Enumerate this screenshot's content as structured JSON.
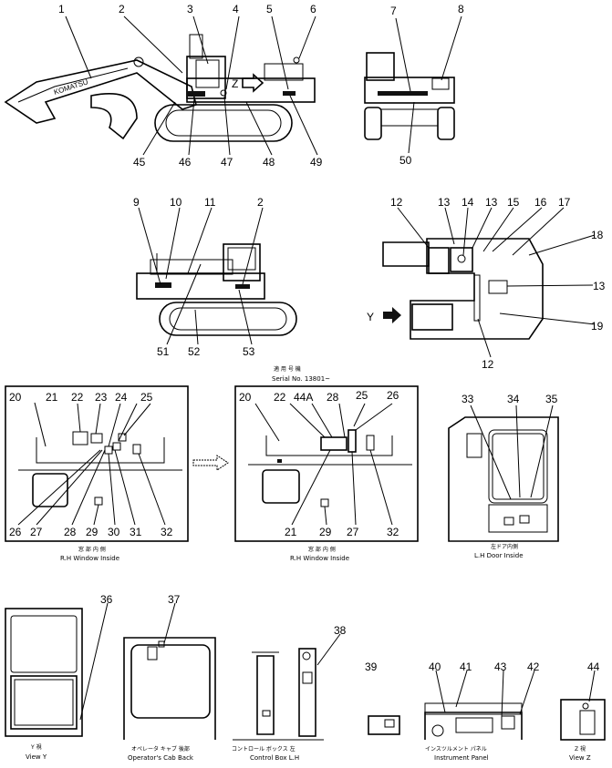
{
  "callouts": {
    "n1": "1",
    "n2": "2",
    "n3": "3",
    "n4": "4",
    "n5": "5",
    "n6": "6",
    "n7": "7",
    "n8": "8",
    "n9": "9",
    "n10": "10",
    "n11": "11",
    "n2b": "2",
    "n12a": "12",
    "n13a": "13",
    "n14": "14",
    "n13b": "13",
    "n15": "15",
    "n16": "16",
    "n17": "17",
    "n18": "18",
    "n13c": "13",
    "n19": "19",
    "n12b": "12",
    "n45": "45",
    "n46": "46",
    "n47": "47",
    "n48": "48",
    "n49": "49",
    "n50": "50",
    "n51": "51",
    "n52": "52",
    "n53": "53",
    "n20a": "20",
    "n21a": "21",
    "n22a": "22",
    "n23": "23",
    "n24": "24",
    "n25a": "25",
    "n26a": "26",
    "n27a": "27",
    "n28a": "28",
    "n29a": "29",
    "n30": "30",
    "n31": "31",
    "n32a": "32",
    "n20b": "20",
    "n22b": "22",
    "n44A": "44A",
    "n28b": "28",
    "n25b": "25",
    "n26b": "26",
    "n21b": "21",
    "n29b": "29",
    "n27b": "27",
    "n32b": "32",
    "n33": "33",
    "n34": "34",
    "n35": "35",
    "n36": "36",
    "n37": "37",
    "n38": "38",
    "n39": "39",
    "n40": "40",
    "n41": "41",
    "n43": "43",
    "n42": "42",
    "n44": "44"
  },
  "arrows": {
    "z": "Z",
    "y": "Y"
  },
  "serial": {
    "jp": "適 用 号 機",
    "text": "Serial No. 13801~"
  },
  "captions": {
    "rh1_jp": "窓 部 内 側",
    "rh1_en": "R.H Window Inside",
    "rh2_jp": "窓 部 内 側",
    "rh2_en": "R.H Window Inside",
    "lh_jp": "左ドア内側",
    "lh_en": "L.H Door Inside",
    "vy_jp": "Y 視",
    "vy_en": "View Y",
    "cab_jp": "オペレータ キャブ 後部",
    "cab_en": "Operator's Cab Back",
    "cb_jp": "コントロール ボックス 左",
    "cb_en": "Control Box L.H",
    "ip_jp": "インスツルメント パネル",
    "ip_en": "Instrument Panel",
    "vz_jp": "Z 視",
    "vz_en": "View Z"
  },
  "boom_text": "KOMATSU"
}
